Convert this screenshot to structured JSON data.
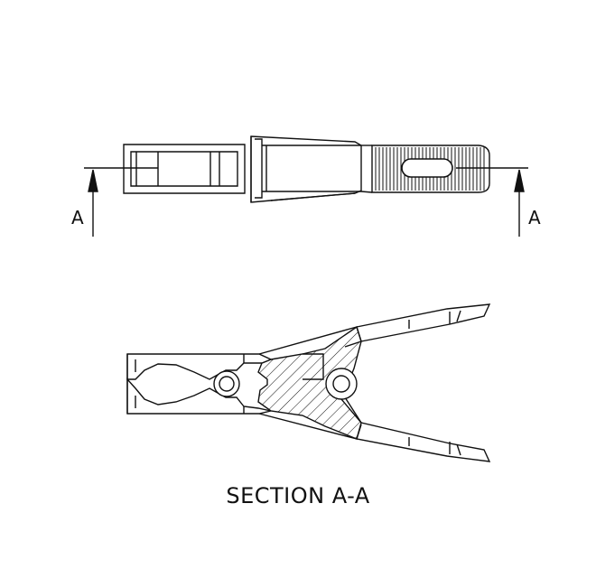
{
  "section_marker": {
    "left_letter": "A",
    "right_letter": "A"
  },
  "section_title": "SECTION A-A",
  "colors": {
    "line": "#111111",
    "background": "#ffffff"
  }
}
